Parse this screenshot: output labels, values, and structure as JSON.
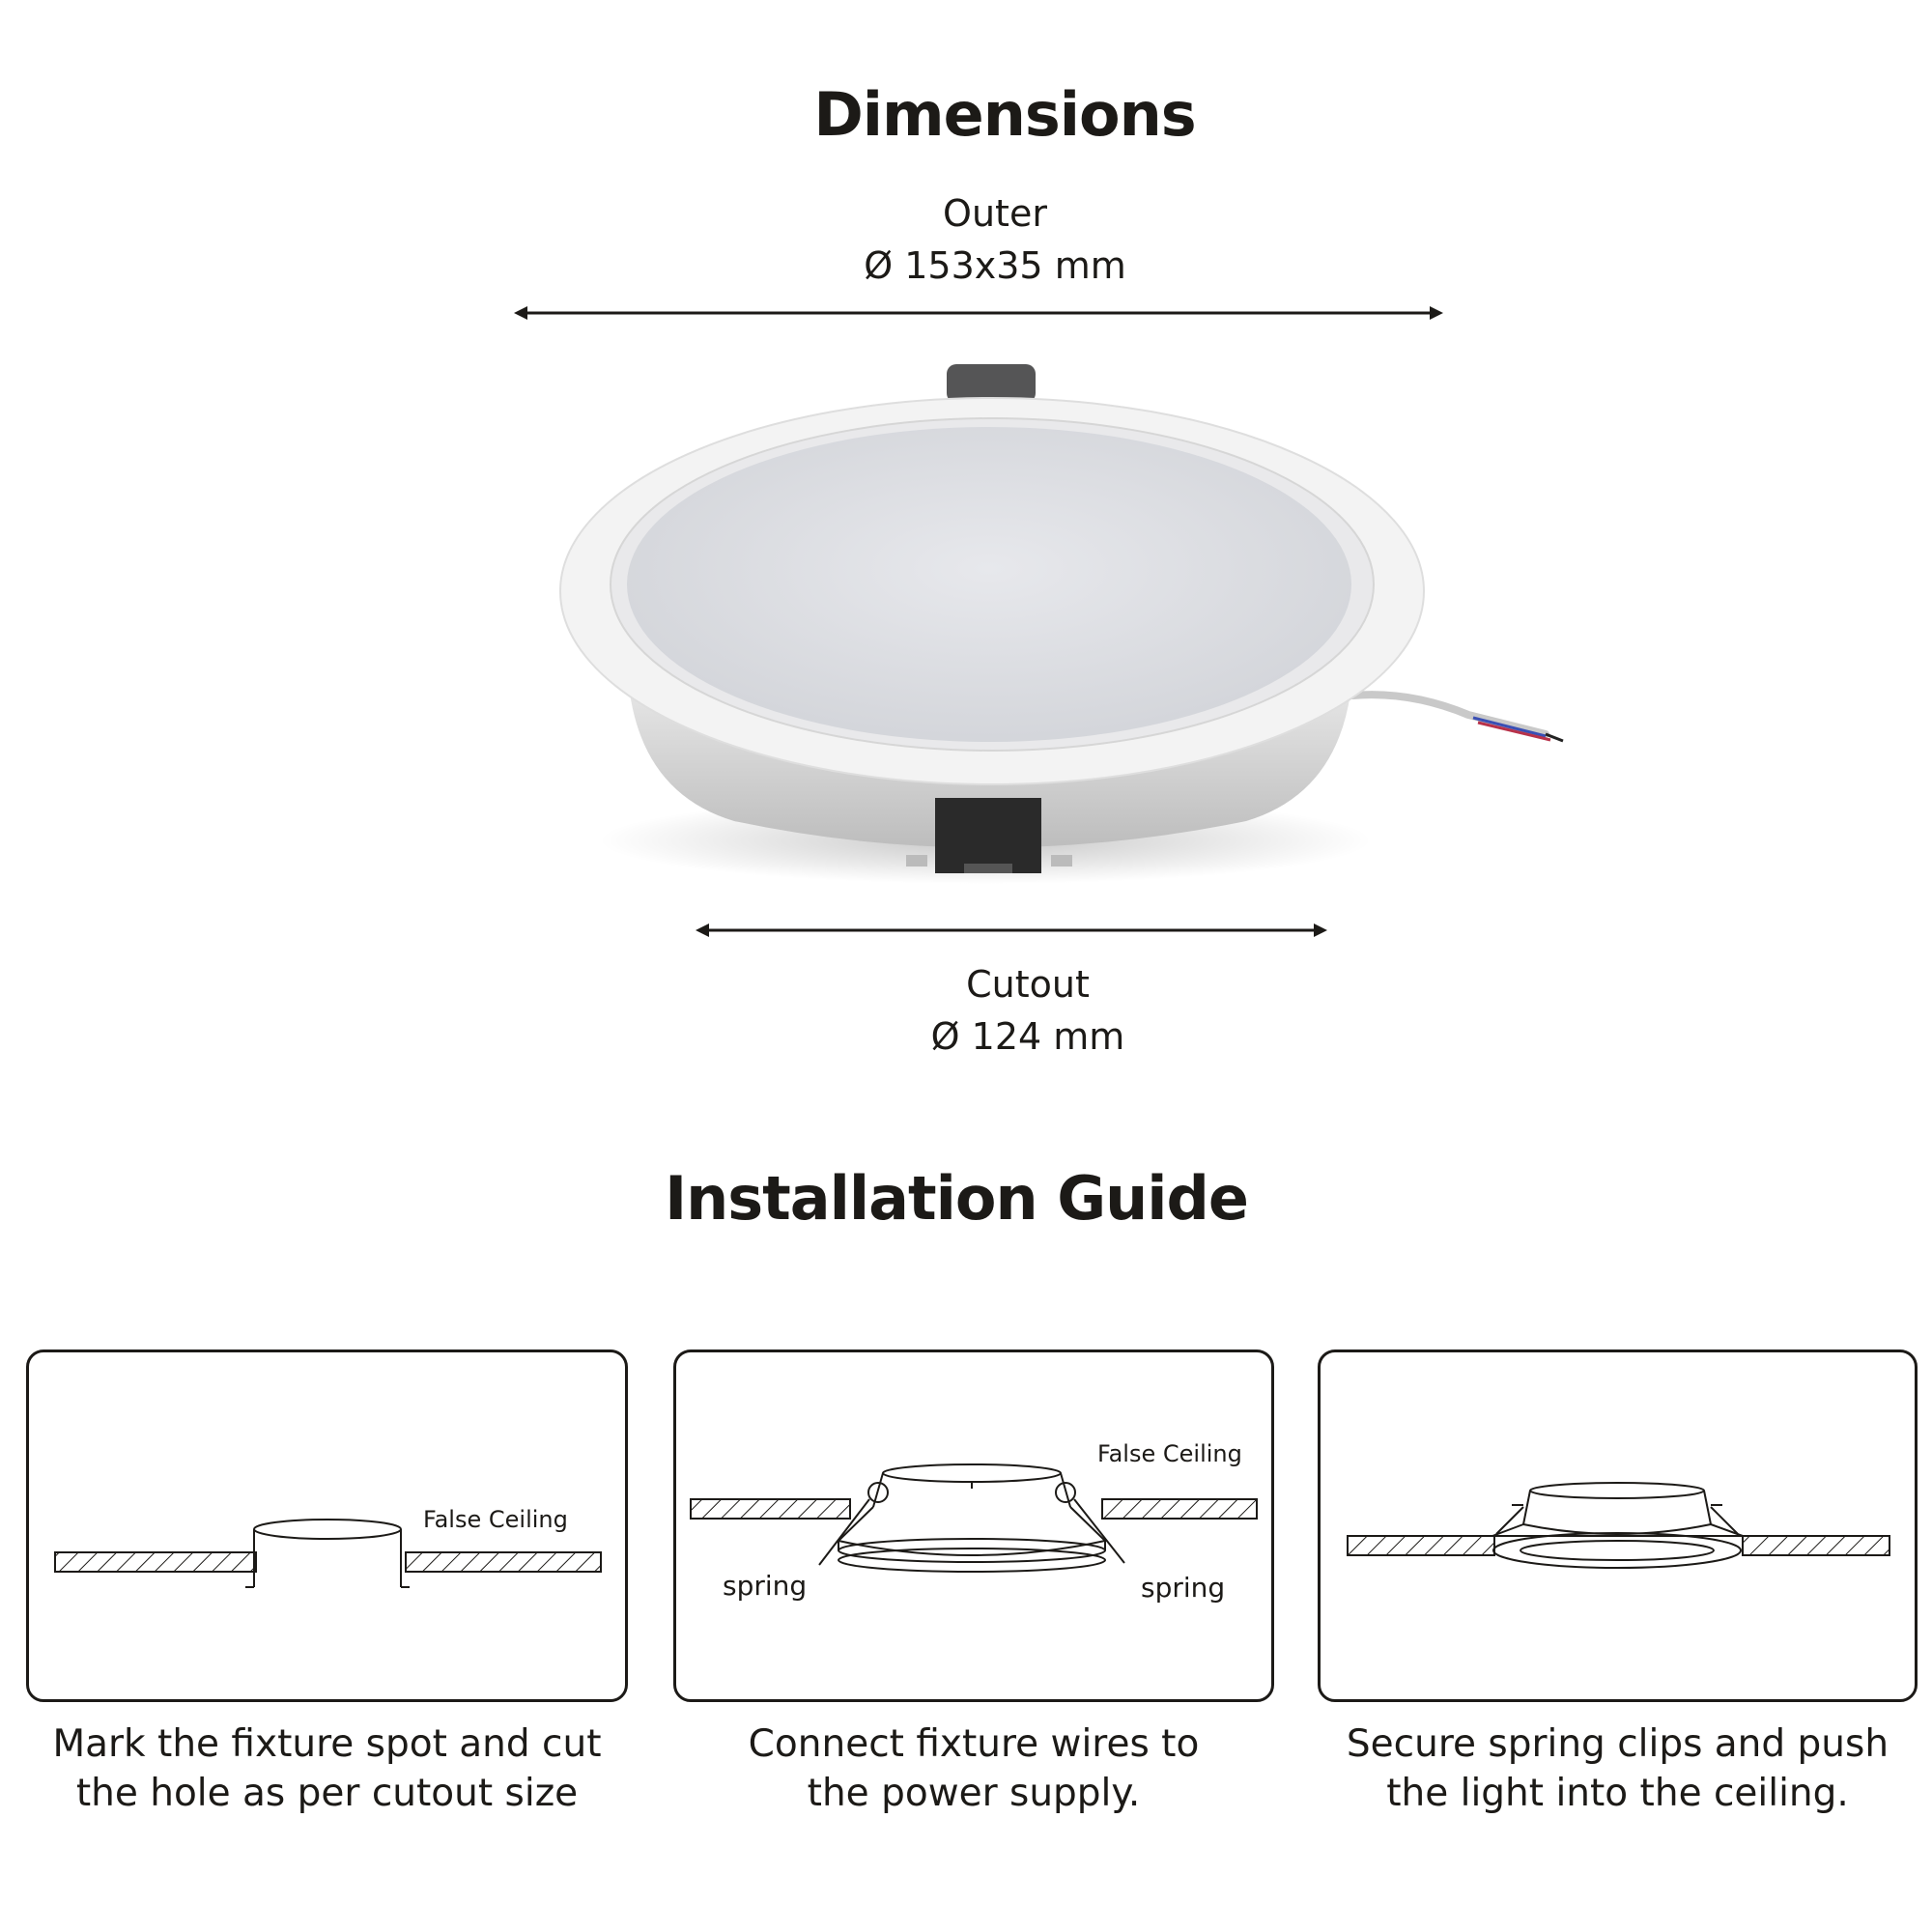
{
  "dimensions": {
    "title": "Dimensions",
    "outer_label": "Outer",
    "outer_value": "Ø 153x35 mm",
    "cutout_label": "Cutout",
    "cutout_value": "Ø 124 mm"
  },
  "installation": {
    "title": "Installation Guide",
    "steps": [
      {
        "labels": {
          "false_ceiling": "False Ceiling"
        },
        "caption_line1": "Mark the fixture spot and cut",
        "caption_line2": "the hole as per cutout size"
      },
      {
        "labels": {
          "false_ceiling": "False Ceiling",
          "spring_left": "spring",
          "spring_right": "spring"
        },
        "caption_line1": "Connect fixture wires to",
        "caption_line2": "the power supply."
      },
      {
        "labels": {},
        "caption_line1": "Secure spring clips and push",
        "caption_line2": "the light into the ceiling."
      }
    ]
  },
  "colors": {
    "text": "#1c1a17",
    "panel_border": "#1c1a17",
    "fixture_trim": "#f3f3f3",
    "fixture_lens": "#dcdde1"
  }
}
